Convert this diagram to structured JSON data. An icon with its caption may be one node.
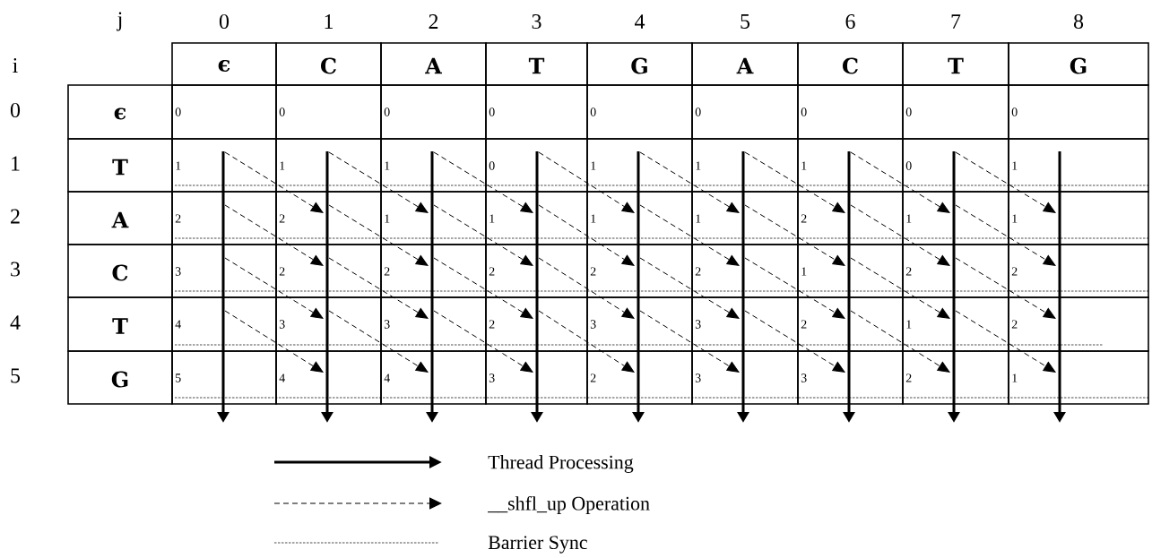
{
  "diagram": {
    "labels": [
      "j",
      "0",
      "1",
      "2",
      "3",
      "4",
      "5",
      "6",
      "7",
      "8",
      "i",
      "ϵ",
      "C",
      "A",
      "T",
      "G",
      "A",
      "C",
      "T",
      "G",
      "0",
      "ϵ",
      "0",
      "0",
      "0",
      "0",
      "0",
      "0",
      "0",
      "0",
      "0",
      "1",
      "T",
      "1",
      "1",
      "1",
      "0",
      "1",
      "1",
      "1",
      "0",
      "1",
      "2",
      "A",
      "2",
      "2",
      "1",
      "1",
      "1",
      "1",
      "2",
      "1",
      "1",
      "3",
      "C",
      "3",
      "2",
      "2",
      "2",
      "2",
      "2",
      "1",
      "2",
      "2",
      "4",
      "T",
      "4",
      "3",
      "3",
      "2",
      "3",
      "3",
      "2",
      "1",
      "2",
      "5",
      "G",
      "5",
      "4",
      "4",
      "3",
      "2",
      "3",
      "3",
      "2",
      "1"
    ],
    "legend": [
      {
        "text": "Thread Processing"
      },
      {
        "text": "__shfl_up Operation"
      },
      {
        "text": "Barrier Sync"
      }
    ]
  }
}
